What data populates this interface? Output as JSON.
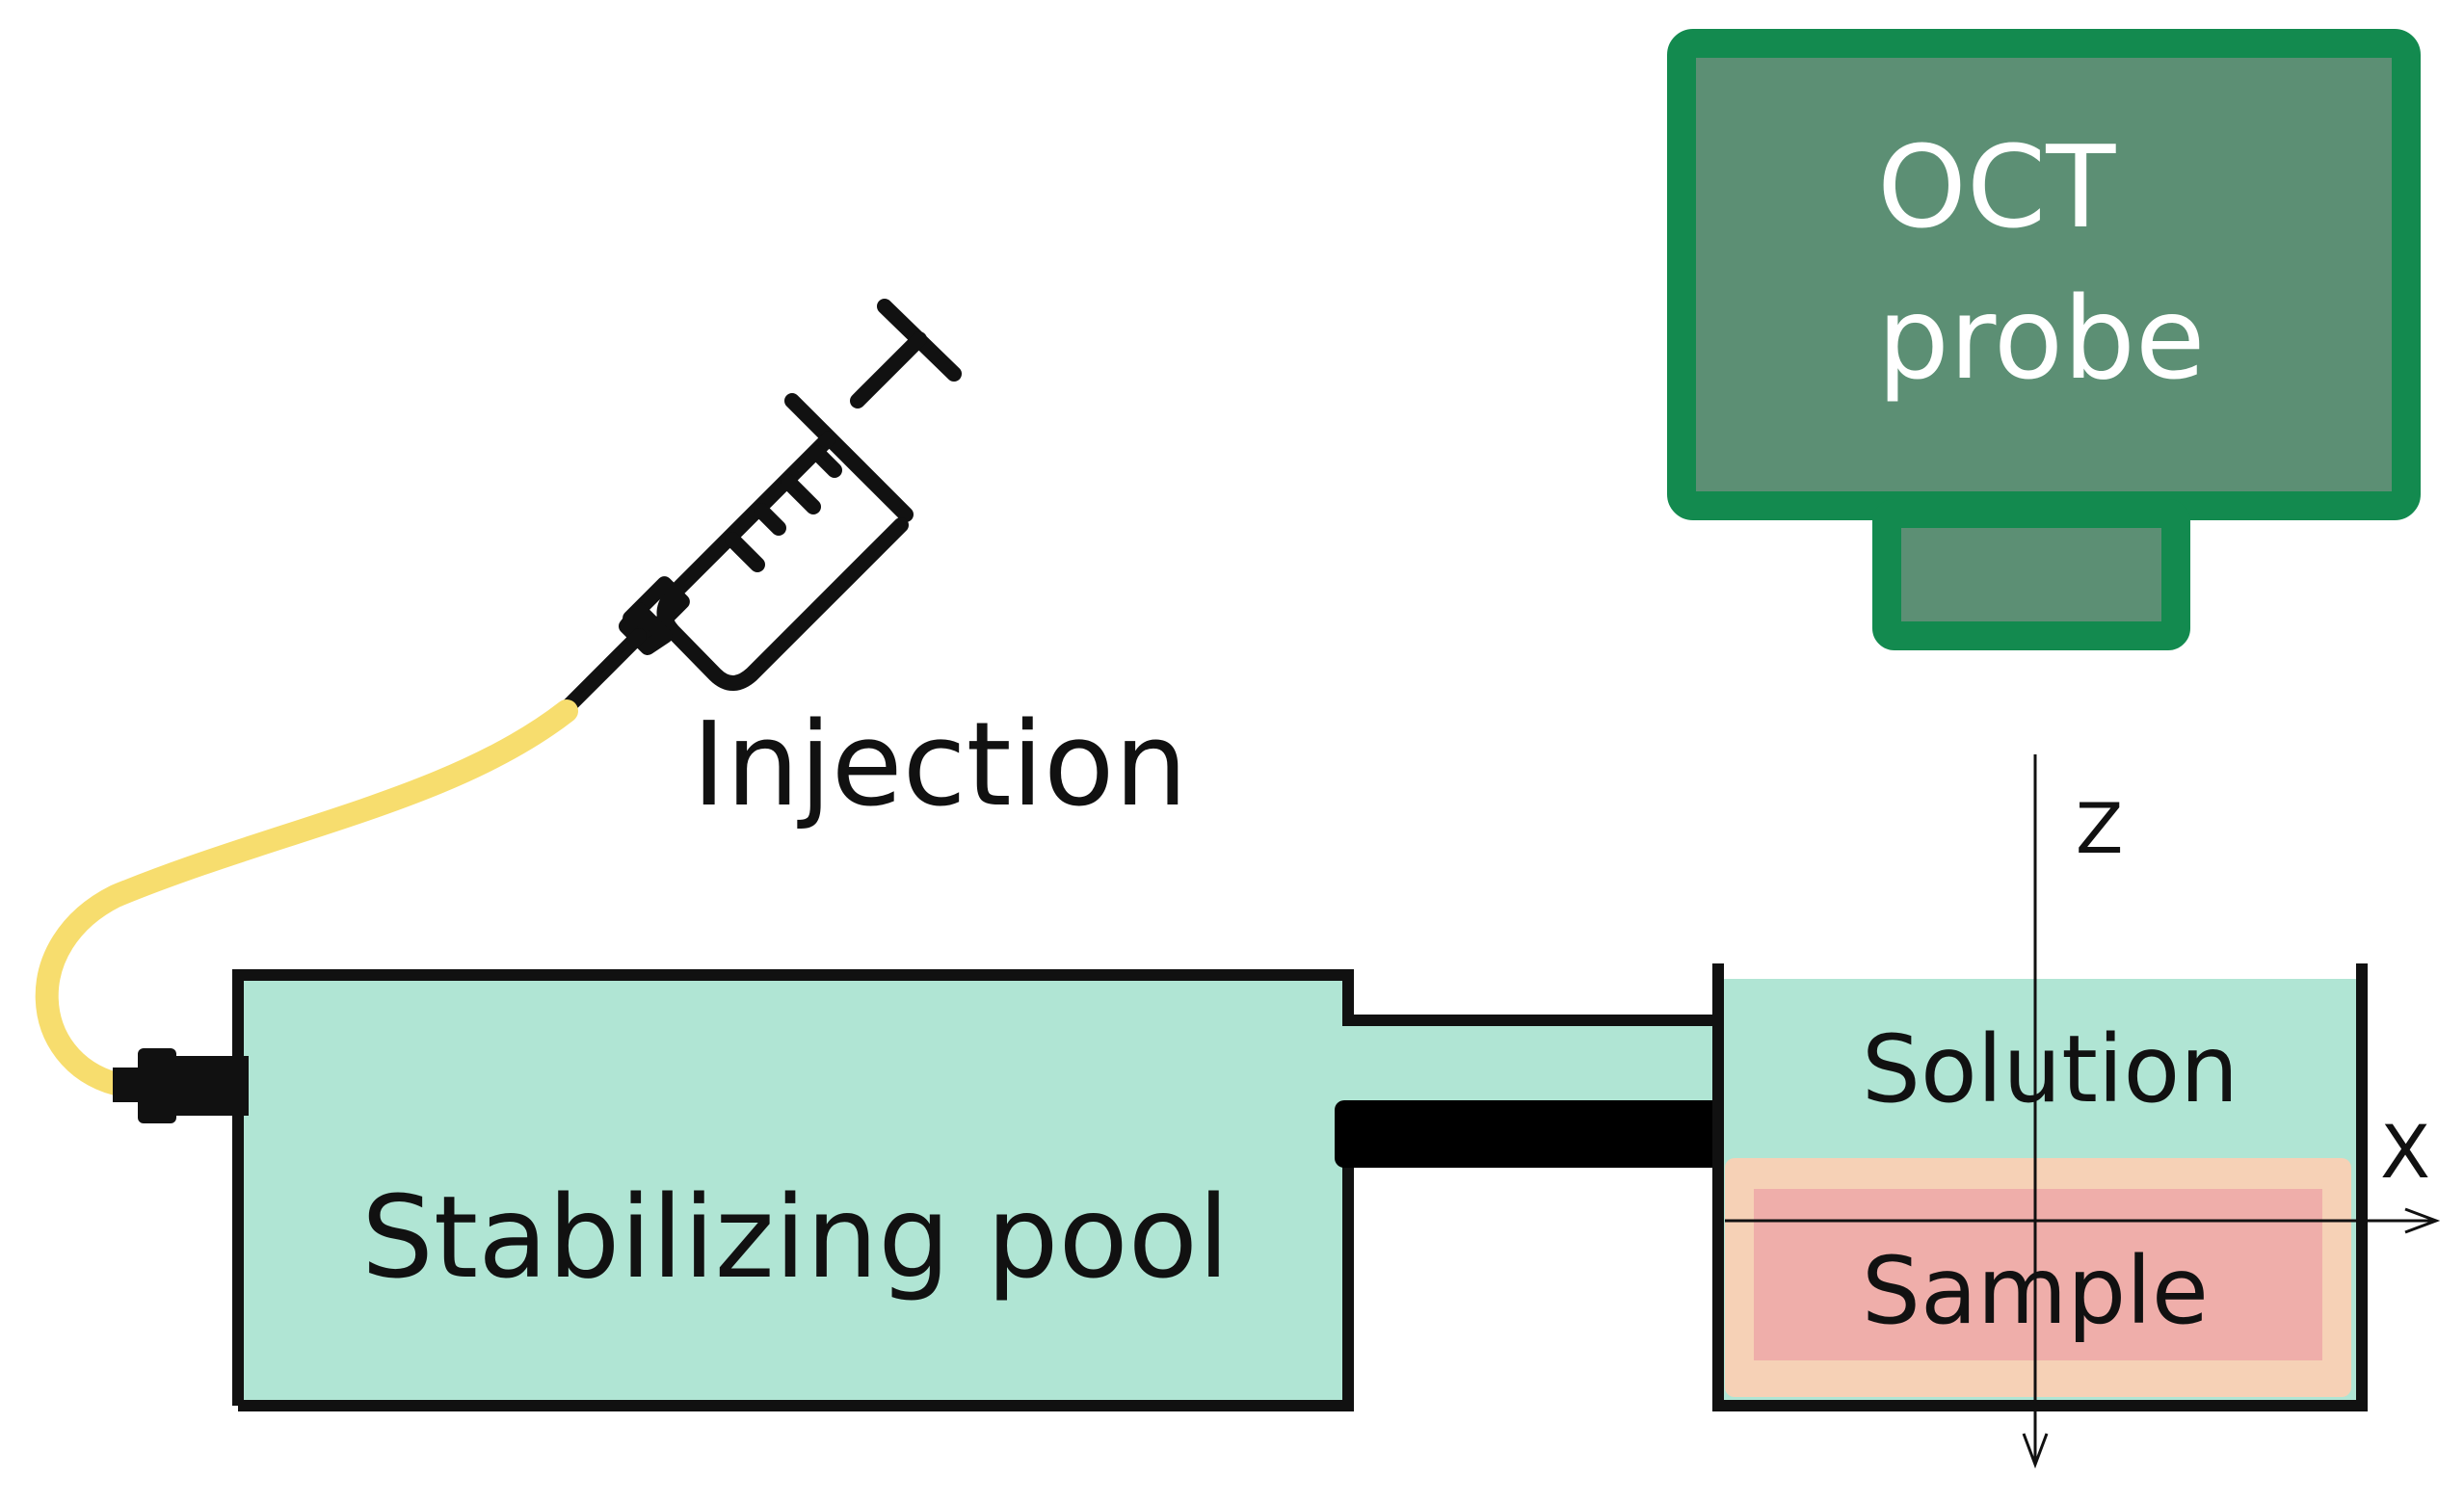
{
  "labels": {
    "injection": "Injection",
    "stabilizing_pool": "Stabilizing pool",
    "solution": "Solution",
    "sample": "Sample",
    "oct_line1": "OCT",
    "oct_line2": "probe",
    "axis_z": "Z",
    "axis_x": "X"
  },
  "colors": {
    "pool_fill": "#b0e5d4",
    "oct_fill": "#5c8f74",
    "oct_border": "#138a4f",
    "tube": "#f7dd6e",
    "sample_fill": "#efaeaa",
    "sample_border": "#f6d1b6",
    "outline": "#111111"
  },
  "icons": {
    "syringe": "syringe-icon",
    "connector": "connector-icon"
  }
}
